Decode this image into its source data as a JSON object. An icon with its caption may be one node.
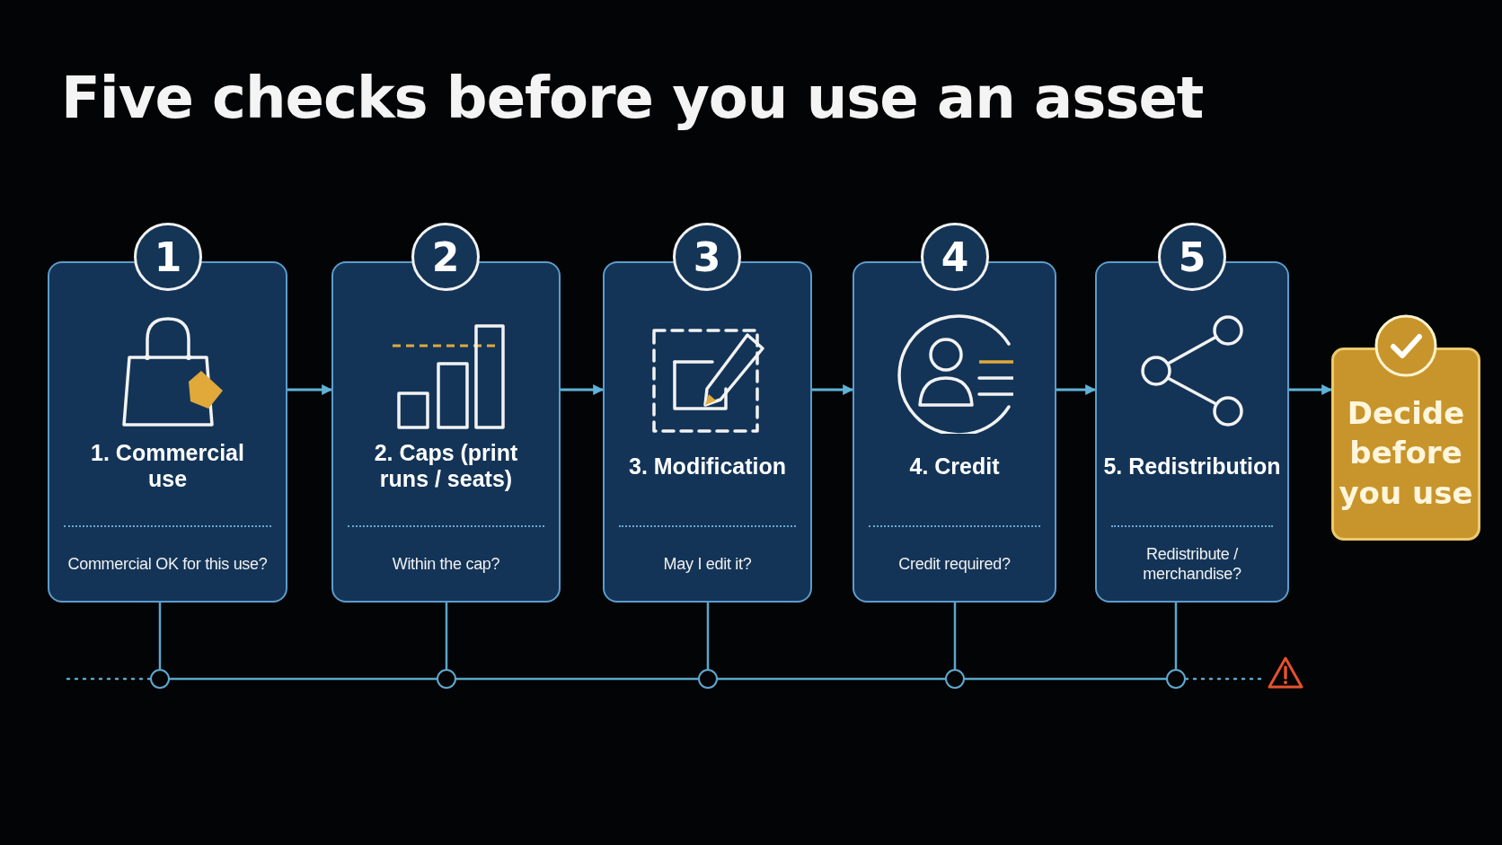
{
  "diagram": {
    "title": "Five checks before you use an asset",
    "nodes": [
      {
        "text": [
          "1"
        ]
      },
      {
        "text": [
          "1. Commercial use",
          "Commercial OK for this use?"
        ]
      },
      {
        "text": [
          "2"
        ]
      },
      {
        "text": [
          "2. Caps (print runs / seats)",
          "Within the cap?"
        ]
      },
      {
        "text": [
          "3"
        ]
      },
      {
        "text": [
          "3. Modification",
          "May I edit it?"
        ]
      },
      {
        "text": [
          "4"
        ]
      },
      {
        "text": [
          "4. Credit",
          "Credit required?"
        ]
      },
      {
        "text": [
          "5"
        ]
      },
      {
        "text": [
          "5. Redistribution",
          "Redistribute / merchandise?"
        ]
      },
      {
        "text": [
          "Decide before you use"
        ]
      },
      {
        "text": [],
        "shape": "circle"
      },
      {
        "text": [],
        "shape": "circle"
      },
      {
        "text": [],
        "shape": "circle"
      },
      {
        "text": [],
        "shape": "circle"
      },
      {
        "text": [],
        "shape": "circle"
      },
      {
        "text": [],
        "shape": "picture"
      }
    ],
    "edges": [
      {
        "from": 1,
        "to": 3,
        "arrow": "to"
      },
      {
        "from": 3,
        "to": 5,
        "arrow": "to"
      },
      {
        "from": 5,
        "to": 7,
        "arrow": "to"
      },
      {
        "from": 7,
        "to": 9,
        "arrow": "to"
      },
      {
        "from": 9,
        "to": 10,
        "arrow": "to"
      },
      {
        "from": 1,
        "to": 11,
        "arrow": "none"
      },
      {
        "from": 3,
        "to": 12,
        "arrow": "none"
      },
      {
        "from": 5,
        "to": 13,
        "arrow": "none"
      },
      {
        "from": 7,
        "to": 14,
        "arrow": "none"
      },
      {
        "from": 9,
        "to": 15,
        "arrow": "none"
      },
      {
        "from": 11,
        "to": 12,
        "arrow": "none"
      },
      {
        "from": 12,
        "to": 13,
        "arrow": "none"
      },
      {
        "from": 13,
        "to": 14,
        "arrow": "none"
      },
      {
        "from": 14,
        "to": 15,
        "arrow": "none"
      },
      {
        "from": null,
        "to": 11,
        "arrow": "none",
        "style": "dashed"
      },
      {
        "from": 15,
        "to": 16,
        "arrow": "none",
        "style": "dashed"
      }
    ]
  }
}
